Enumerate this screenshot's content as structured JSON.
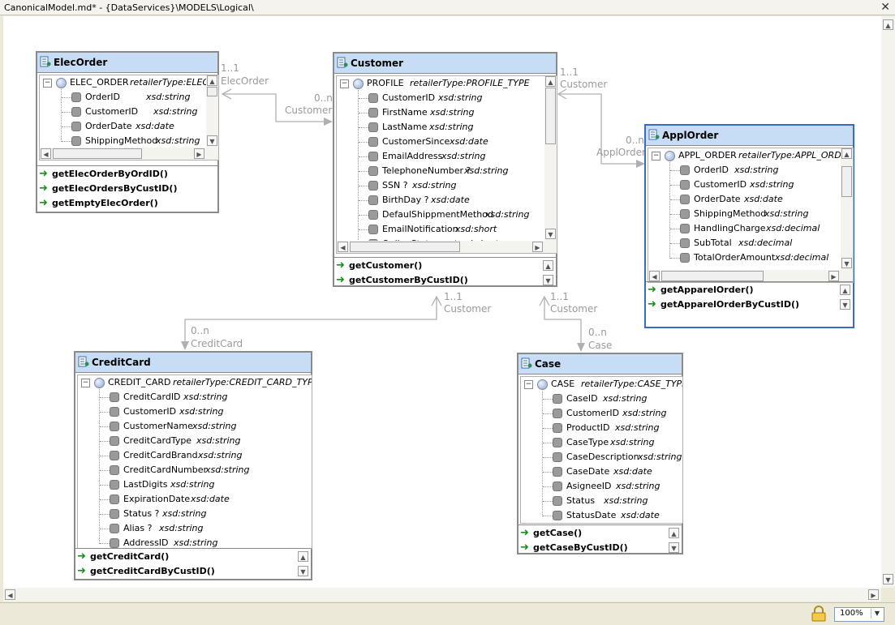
{
  "window": {
    "title": "CanonicalModel.md* - {DataServices}\\MODELS\\Logical\\",
    "close_glyph": "✕"
  },
  "statusbar": {
    "zoom": "100%"
  },
  "connector_labels": {
    "elec_customer_mult": "1..1",
    "elec_customer_role": "ElecOrder",
    "customer_elec_mult": "0..n",
    "customer_elec_role": "Customer",
    "customer_appl_mult": "1..1",
    "customer_appl_role": "Customer",
    "appl_mult": "0..n",
    "appl_role": "ApplOrder",
    "cc_customer_mult": "1..1",
    "cc_customer_role": "Customer",
    "cc_mult": "0..n",
    "cc_role": "CreditCard",
    "case_customer_mult": "1..1",
    "case_customer_role": "Customer",
    "case_mult": "0..n",
    "case_role": "Case"
  },
  "entities": {
    "elecorder": {
      "name": "ElecOrder",
      "root": {
        "name": "ELEC_ORDER",
        "type": "retailerType:ELEC_"
      },
      "attributes": [
        {
          "name": "OrderID",
          "type": "xsd:string"
        },
        {
          "name": "CustomerID",
          "type": "xsd:string"
        },
        {
          "name": "OrderDate",
          "type": "xsd:date"
        },
        {
          "name": "ShippingMethod",
          "type": "xsd:string"
        }
      ],
      "operations": [
        "getElecOrderByOrdID()",
        "getElecOrdersByCustID()",
        "getEmptyElecOrder()"
      ]
    },
    "customer": {
      "name": "Customer",
      "root": {
        "name": "PROFILE",
        "type": "retailerType:PROFILE_TYPE"
      },
      "attributes": [
        {
          "name": "CustomerID",
          "type": "xsd:string"
        },
        {
          "name": "FirstName",
          "type": "xsd:string"
        },
        {
          "name": "LastName",
          "type": "xsd:string"
        },
        {
          "name": "CustomerSince",
          "type": "xsd:date"
        },
        {
          "name": "EmailAddress",
          "type": "xsd:string"
        },
        {
          "name": "TelephoneNumber ?",
          "type": "xsd:string"
        },
        {
          "name": "SSN ?",
          "type": "xsd:string"
        },
        {
          "name": "BirthDay ?",
          "type": "xsd:date"
        },
        {
          "name": "DefaulShippmentMethod",
          "type": "xsd:string"
        },
        {
          "name": "EmailNotification",
          "type": "xsd:short"
        },
        {
          "name": "OnlineStatement",
          "type": "xsd:short"
        }
      ],
      "operations": [
        "getCustomer()",
        "getCustomerByCustID()"
      ]
    },
    "applorder": {
      "name": "ApplOrder",
      "root": {
        "name": "APPL_ORDER",
        "type": "retailerType:APPL_ORDE"
      },
      "attributes": [
        {
          "name": "OrderID",
          "type": "xsd:string"
        },
        {
          "name": "CustomerID",
          "type": "xsd:string"
        },
        {
          "name": "OrderDate",
          "type": "xsd:date"
        },
        {
          "name": "ShippingMethod",
          "type": "xsd:string"
        },
        {
          "name": "HandlingCharge",
          "type": "xsd:decimal"
        },
        {
          "name": "SubTotal",
          "type": "xsd:decimal"
        },
        {
          "name": "TotalOrderAmount",
          "type": "xsd:decimal"
        }
      ],
      "operations": [
        "getApparelOrder()",
        "getApparelOrderByCustID()"
      ]
    },
    "creditcard": {
      "name": "CreditCard",
      "root": {
        "name": "CREDIT_CARD",
        "type": "retailerType:CREDIT_CARD_TYPE"
      },
      "attributes": [
        {
          "name": "CreditCardID",
          "type": "xsd:string"
        },
        {
          "name": "CustomerID",
          "type": "xsd:string"
        },
        {
          "name": "CustomerName",
          "type": "xsd:string"
        },
        {
          "name": "CreditCardType",
          "type": "xsd:string"
        },
        {
          "name": "CreditCardBrand",
          "type": "xsd:string"
        },
        {
          "name": "CreditCardNumber",
          "type": "xsd:string"
        },
        {
          "name": "LastDigits",
          "type": "xsd:string"
        },
        {
          "name": "ExpirationDate",
          "type": "xsd:date"
        },
        {
          "name": "Status ?",
          "type": "xsd:string"
        },
        {
          "name": "Alias ?",
          "type": "xsd:string"
        },
        {
          "name": "AddressID",
          "type": "xsd:string"
        }
      ],
      "operations": [
        "getCreditCard()",
        "getCreditCardByCustID()"
      ]
    },
    "case": {
      "name": "Case",
      "root": {
        "name": "CASE",
        "type": "retailerType:CASE_TYPE"
      },
      "attributes": [
        {
          "name": "CaseID",
          "type": "xsd:string"
        },
        {
          "name": "CustomerID",
          "type": "xsd:string"
        },
        {
          "name": "ProductID",
          "type": "xsd:string"
        },
        {
          "name": "CaseType",
          "type": "xsd:string"
        },
        {
          "name": "CaseDescription",
          "type": "xsd:string"
        },
        {
          "name": "CaseDate",
          "type": "xsd:date"
        },
        {
          "name": "AsigneeID",
          "type": "xsd:string"
        },
        {
          "name": "Status",
          "type": "xsd:string"
        },
        {
          "name": "StatusDate",
          "type": "xsd:date"
        }
      ],
      "operations": [
        "getCase()",
        "getCaseByCustID()"
      ]
    }
  }
}
